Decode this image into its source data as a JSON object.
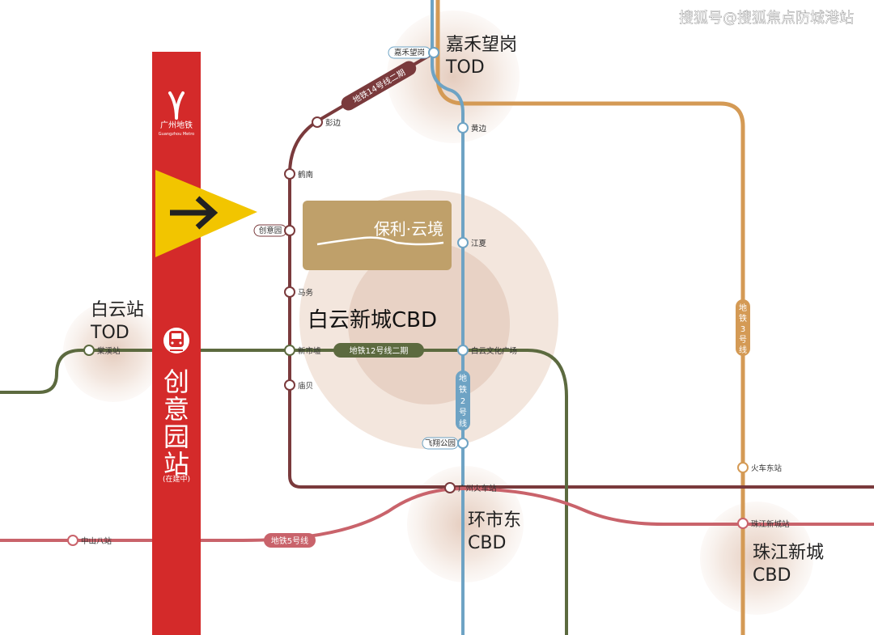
{
  "watermark": "搜狐号@搜狐焦点防城港站",
  "colors": {
    "line2": "#6ea3c4",
    "line3": "#d49a55",
    "line5": "#c9636b",
    "line12": "#5c6a3f",
    "line14": "#7a3a3c",
    "red_bar": "#d42a2a",
    "arrow": "#f2c500",
    "gold": "#bfa06a",
    "halo": "#e9d6cb"
  },
  "metro_bar": {
    "logo_text": "广州地铁",
    "logo_sub": "Guangzhou Metro",
    "station_name": "创意园站",
    "station_note": "(在建中)"
  },
  "brand": {
    "name": "保利·云境"
  },
  "zones": {
    "jiahe": {
      "line1": "嘉禾望岗",
      "line2": "TOD"
    },
    "baiyun_station": {
      "line1": "白云站",
      "line2": "TOD"
    },
    "baiyun_cbd": {
      "text": "白云新城CBD"
    },
    "huanshi": {
      "line1": "环市东",
      "line2": "CBD"
    },
    "zhujiang": {
      "line1": "珠江新城",
      "line2": "CBD"
    }
  },
  "lines": {
    "line14": "地铁14号线二期",
    "line12": "地铁12号线二期",
    "line2": [
      "地",
      "铁",
      "2",
      "号",
      "线"
    ],
    "line3": [
      "地",
      "铁",
      "3",
      "号",
      "线"
    ],
    "line5": "地铁5号线"
  },
  "stations": {
    "jiahe": "嘉禾望岗",
    "pengbian": "彭边",
    "henan": "鹤南",
    "chuangyiyuan": "创意园",
    "mawu": "马务",
    "xinshicheng": "新市墟",
    "miaobei": "庙贝",
    "tangxi": "棠溪站",
    "huangbian": "黄边",
    "jiangxia": "江夏",
    "baiyunwenhua": "白云文化广场",
    "feixiang": "飞翔公园",
    "guangzhouhuoche": "广州火车站",
    "zhongshanba": "中山八站",
    "huochedong": "火车东站",
    "zhujiangxincheng": "珠江新城站"
  }
}
